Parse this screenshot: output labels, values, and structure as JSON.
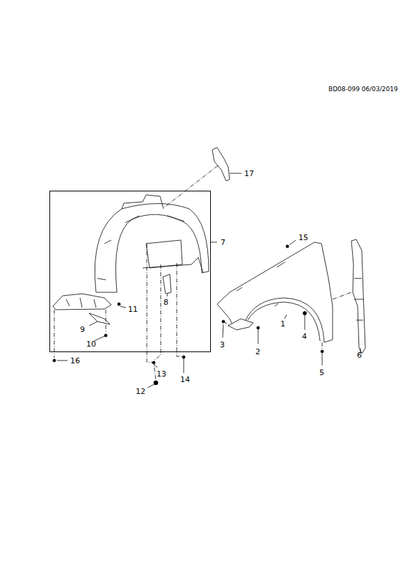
{
  "diagram": {
    "nodes": [
      {
        "text": [
          "7"
        ]
      }
    ],
    "edges": [],
    "labels": [
      "BD08-099 06/03/2019",
      "17",
      "15",
      "1",
      "4",
      "6",
      "3",
      "2",
      "5",
      "16",
      "13",
      "14",
      "12",
      "11",
      "8",
      "9",
      "10"
    ]
  }
}
